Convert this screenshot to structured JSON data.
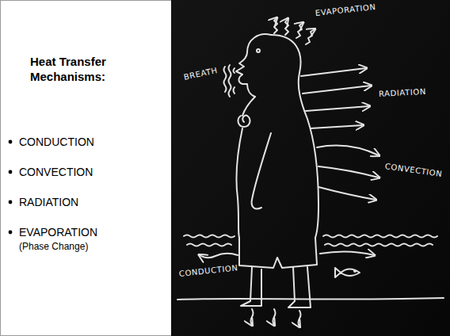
{
  "diagram": {
    "title": "Heat Transfer Mechanisms:",
    "labels": [
      "CONDUCTION",
      "CONVECTION",
      "RADIATION",
      "EVAPORATION",
      "(Phase Change)",
      "EVAPORATION",
      "BREATH",
      "RADIATION",
      "CONVECTION",
      "CONDUCTION"
    ]
  }
}
